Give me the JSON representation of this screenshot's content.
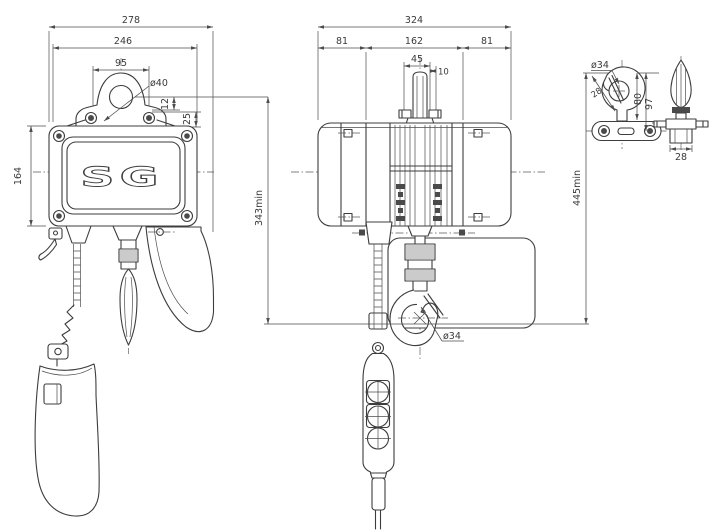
{
  "drawing": {
    "title": "electric chain hoist dimensional drawing",
    "front_view": {
      "overall_width": "278",
      "body_width": "246",
      "lug_hole_spacing": "95",
      "lug_hole_dia": "ø40",
      "hole_offset": "12",
      "lug_plate_height": "25",
      "body_height": "164",
      "logo": "SG"
    },
    "side_view": {
      "overall_width": "324",
      "left_section": "81",
      "center_section": "162",
      "right_section": "81",
      "lug_width": "45",
      "lug_offset": "10",
      "headroom_lug": "343min",
      "bottom_hook_dia": "ø34",
      "headroom_hook": "445min"
    },
    "top_hook_detail": {
      "hook_dia": "ø34",
      "throat_width": "28",
      "height_to_bracket": "80",
      "height_to_axis": "97",
      "side_width": "28"
    },
    "colors": {
      "line": "#3d3d3d",
      "background": "#ffffff"
    }
  }
}
